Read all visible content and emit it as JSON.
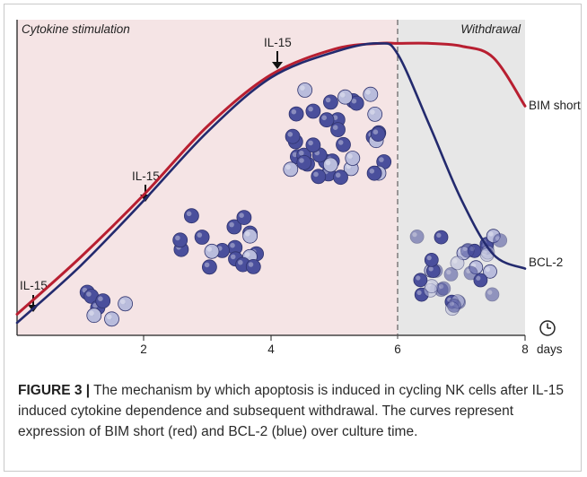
{
  "figure": {
    "phase_stimulation_label": "Cytokine stimulation",
    "phase_withdrawal_label": "Withdrawal",
    "il15_markers": [
      "IL-15",
      "IL-15",
      "IL-15"
    ],
    "x_ticks": [
      "2",
      "4",
      "6",
      "8"
    ],
    "x_unit": "days",
    "curve_labels": {
      "bim": "BIM short",
      "bcl2": "BCL-2"
    },
    "colors": {
      "stimulation_bg": "#f5e4e5",
      "withdrawal_bg": "#e7e7e7",
      "bim_curve": "#b81f31",
      "bcl2_curve": "#232a6e",
      "cell_dark": "#4a4f9c",
      "cell_light": "#b9bcdc"
    },
    "icon": "clock-icon"
  },
  "caption": {
    "label": "FIGURE 3 |",
    "text": " The mechanism by which apoptosis is induced in cycling NK cells after IL-15 induced cytokine dependence and subsequent withdrawal. The curves represent expression of BIM short (red) and BCL-2 (blue) over culture time."
  },
  "chart_data": {
    "type": "line",
    "xlabel": "days",
    "ylabel": "",
    "xlim": [
      0,
      8
    ],
    "ylim": [
      0,
      1
    ],
    "x": [
      0,
      1,
      2,
      3,
      4,
      5,
      5.7,
      6,
      6.5,
      7,
      7.5,
      8
    ],
    "series": [
      {
        "name": "BIM short",
        "values": [
          0.03,
          0.23,
          0.45,
          0.69,
          0.87,
          0.96,
          0.98,
          0.98,
          0.98,
          0.97,
          0.93,
          0.76
        ]
      },
      {
        "name": "BCL-2",
        "values": [
          0.0,
          0.2,
          0.43,
          0.67,
          0.86,
          0.95,
          0.98,
          0.94,
          0.69,
          0.43,
          0.24,
          0.19
        ]
      }
    ],
    "annotations": [
      "IL-15",
      "IL-15",
      "IL-15",
      "Cytokine stimulation",
      "Withdrawal"
    ],
    "phase_boundary_day": 6,
    "grid": false
  }
}
